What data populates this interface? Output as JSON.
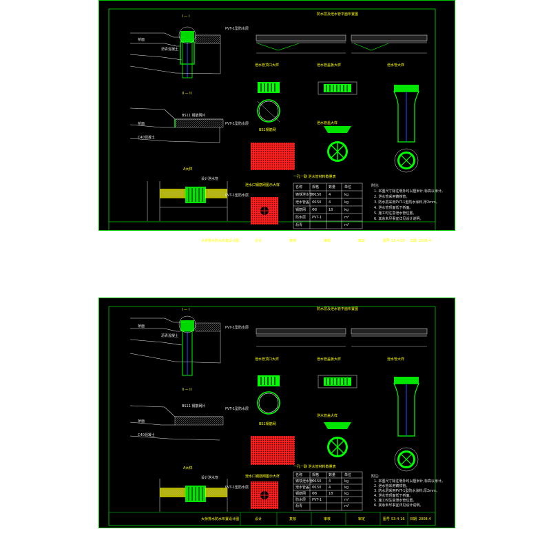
{
  "sheets": [
    {
      "id": "top",
      "labels": {
        "sec_1": "I — I",
        "sec_2": "II — II",
        "plan_bottom": "A大样",
        "band_title": "防水层及泄水管平面布置图",
        "pipe_top_title": "泄水管顶口大样",
        "pipe_cap_title": "泄水管盖大样",
        "pipe_body_title": "泄水管大样",
        "grate_title": "泄水管盖板大样",
        "mesh_title": "BS1钢筋网",
        "mesh_detail_title": "泄水口钢筋网图示大样",
        "table_title": "一孔一联 泄水管材料数量表",
        "notes_title": "附注:",
        "pvc_tag": "PVT-1型防水层",
        "deck_tag": "桥面",
        "conc_tag": "C40混凝土",
        "asph_tag": "沥青混凝土",
        "bs_tag": "BS11 钢筋网片",
        "drain_tag": "设计泄水管",
        "note_lines": [
          "1. 本图尺寸除注明外均以厘米计,标高以米计。",
          "2. 泄水管采用铸铁管。",
          "3. 防水层采用PVT-1型防水涂料,厚2mm。",
          "4. 泄水管顶面低于桥面。",
          "5. 施工时注意泄水管位置。",
          "6. 其余未尽事宜详见设计说明。"
        ],
        "title_block": {
          "drawing_name": "大桥排水防水布置设计图",
          "design": "设计",
          "review": "复核",
          "check": "审核",
          "approve": "审定",
          "sheet_no_label": "图号",
          "sheet_no": "S3-4-16",
          "date_label": "日期",
          "date": "2008.4"
        }
      }
    },
    {
      "id": "bottom",
      "labels": {
        "sec_1": "I — I",
        "sec_2": "II — II",
        "plan_bottom": "A大样",
        "band_title": "防水层及泄水管平面布置图",
        "pipe_top_title": "泄水管顶口大样",
        "pipe_cap_title": "泄水管盖大样",
        "pipe_body_title": "泄水管大样",
        "grate_title": "泄水管盖板大样",
        "mesh_title": "BS1钢筋网",
        "mesh_detail_title": "泄水口钢筋网图示大样",
        "table_title": "一孔一联 泄水管材料数量表",
        "notes_title": "附注:",
        "pvc_tag": "PVT-1型防水层",
        "deck_tag": "桥面",
        "conc_tag": "C40混凝土",
        "asph_tag": "沥青混凝土",
        "bs_tag": "BS11 钢筋网片",
        "drain_tag": "设计泄水管",
        "note_lines": [
          "1. 本图尺寸除注明外均以厘米计,标高以米计。",
          "2. 泄水管采用铸铁管。",
          "3. 防水层采用PVT-1型防水涂料,厚2mm。",
          "4. 泄水管顶面低于桥面。",
          "5. 施工时注意泄水管位置。",
          "6. 其余未尽事宜详见设计说明。"
        ],
        "title_block": {
          "drawing_name": "大桥排水防水布置设计图",
          "design": "设计",
          "review": "复核",
          "check": "审核",
          "approve": "审定",
          "sheet_no_label": "图号",
          "sheet_no": "S3-4-16",
          "date_label": "日期",
          "date": "2008.4"
        }
      }
    }
  ],
  "table_rows": [
    [
      "名称",
      "规格",
      "数量",
      "单位"
    ],
    [
      "铸铁泄水管",
      "Φ150",
      "4",
      "kg"
    ],
    [
      "泄水管盖",
      "Φ150",
      "4",
      "kg"
    ],
    [
      "钢筋网",
      "Φ8",
      "18",
      "kg"
    ],
    [
      "防水层",
      "PVT-1",
      "",
      "m²"
    ],
    [
      "沥青",
      "",
      "",
      "m³"
    ]
  ],
  "colors": {
    "frame": "#00c000",
    "line": "#e8e8e8",
    "accent_green": "#00ff00",
    "accent_yellow": "#ffff00",
    "mesh_red": "#ff2020",
    "pipe_blue": "#2050ff"
  }
}
